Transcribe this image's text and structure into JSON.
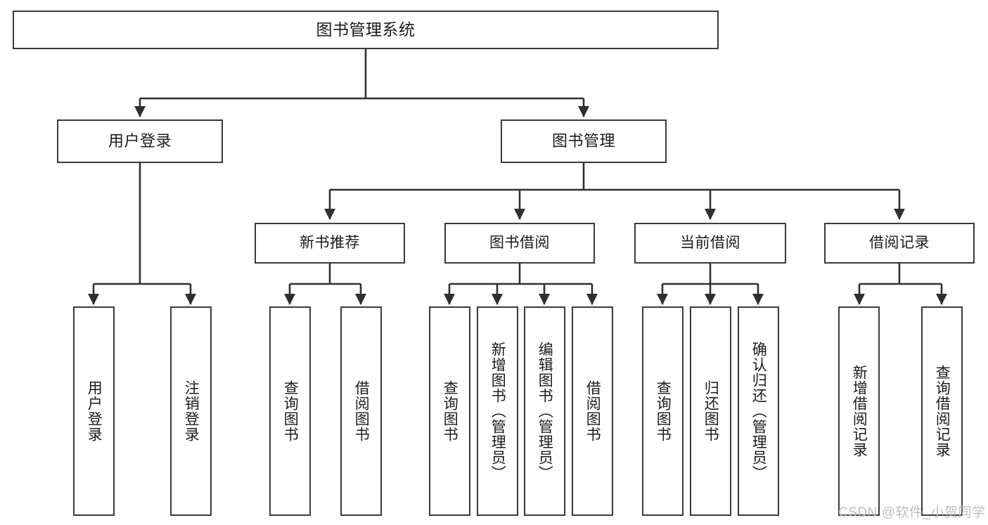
{
  "diagram": {
    "title": "图书管理系统",
    "type": "tree-hierarchy-diagram",
    "watermark": "CSDN @软件_小贺同学",
    "colors": {
      "box_border": "#3a3a3a",
      "box_fill": "#ffffff",
      "edge": "#2f2f2f",
      "text": "#1b1b1b",
      "watermark": "#bdbdbd",
      "background": "#ffffff"
    },
    "levels": {
      "root": {
        "label": "图书管理系统"
      },
      "level2": [
        {
          "id": "user-login",
          "label": "用户登录"
        },
        {
          "id": "book-management",
          "label": "图书管理"
        }
      ],
      "level3": [
        {
          "id": "new-book-recommend",
          "label": "新书推荐",
          "parent": "book-management"
        },
        {
          "id": "book-borrow",
          "label": "图书借阅",
          "parent": "book-management"
        },
        {
          "id": "current-borrow",
          "label": "当前借阅",
          "parent": "book-management"
        },
        {
          "id": "borrow-record",
          "label": "借阅记录",
          "parent": "book-management"
        }
      ],
      "leaves": [
        {
          "id": "leaf-user-login",
          "label": "用户登录",
          "parent": "user-login"
        },
        {
          "id": "leaf-logout-login",
          "label": "注销登录",
          "parent": "user-login"
        },
        {
          "id": "leaf-query-book-1",
          "label": "查询图书",
          "parent": "new-book-recommend"
        },
        {
          "id": "leaf-borrow-book-1",
          "label": "借阅图书",
          "parent": "new-book-recommend"
        },
        {
          "id": "leaf-query-book-2",
          "label": "查询图书",
          "parent": "book-borrow"
        },
        {
          "id": "leaf-add-book",
          "label": "新增图书（管理员）",
          "parent": "book-borrow"
        },
        {
          "id": "leaf-edit-book",
          "label": "编辑图书（管理员）",
          "parent": "book-borrow"
        },
        {
          "id": "leaf-borrow-book-2",
          "label": "借阅图书",
          "parent": "book-borrow"
        },
        {
          "id": "leaf-query-book-3",
          "label": "查询图书",
          "parent": "current-borrow"
        },
        {
          "id": "leaf-return-book",
          "label": "归还图书",
          "parent": "current-borrow"
        },
        {
          "id": "leaf-confirm-return",
          "label": "确认归还（管理员）",
          "parent": "current-borrow"
        },
        {
          "id": "leaf-add-record",
          "label": "新增借阅记录",
          "parent": "borrow-record"
        },
        {
          "id": "leaf-query-record",
          "label": "查询借阅记录",
          "parent": "borrow-record"
        }
      ]
    }
  }
}
